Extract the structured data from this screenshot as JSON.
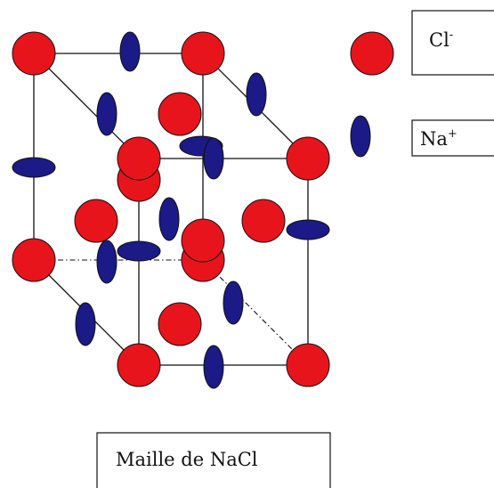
{
  "legend": {
    "items": [
      {
        "symbol": "red-circle",
        "base": "Cl",
        "charge": "-"
      },
      {
        "symbol": "blue-ellipse",
        "base": "Na",
        "charge": "+"
      }
    ]
  },
  "caption": "Maille de NaCl",
  "colors": {
    "chloride": "#e8141b",
    "sodium": "#1b1a86",
    "edge": "#111111"
  }
}
